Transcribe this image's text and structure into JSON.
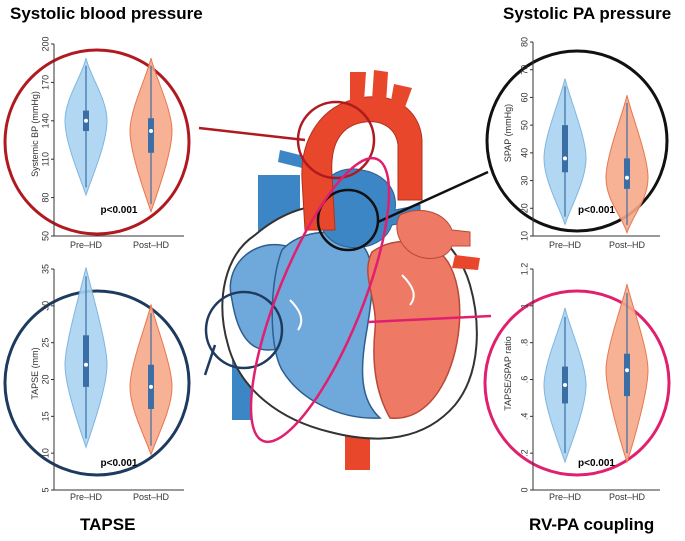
{
  "titles": {
    "top_left": "Systolic blood pressure",
    "top_right": "Systolic PA pressure",
    "bottom_left": "TAPSE",
    "bottom_right": "RV-PA coupling"
  },
  "colors": {
    "pre": "#a9d3f2",
    "pre_edge": "#7fb6e0",
    "post": "#f6a98a",
    "post_edge": "#e8774f",
    "box": "#3b6ea5",
    "heart_red": "#e8472b",
    "heart_blue": "#3d86c6",
    "heart_light_blue": "#6fa9dc",
    "heart_pink": "#ee7a66",
    "ring_sbp": "#b0191f",
    "ring_spap": "#111111",
    "ring_tapse": "#1f3a5f",
    "ring_ratio": "#e0206e"
  },
  "chart_data": [
    {
      "type": "violin",
      "title": "Systolic blood pressure",
      "ylabel": "Systemic BP (mmHg)",
      "ylim": [
        50,
        200
      ],
      "yticks": [
        "50",
        "80",
        "110",
        "140",
        "170",
        "200"
      ],
      "categories": [
        "Pre–HD",
        "Post–HD"
      ],
      "annotation": "p<0.001",
      "series": [
        {
          "name": "Pre–HD",
          "min": 88,
          "q1": 132,
          "median": 140,
          "q3": 148,
          "max": 183
        },
        {
          "name": "Post–HD",
          "min": 75,
          "q1": 115,
          "median": 132,
          "q3": 142,
          "max": 183
        }
      ]
    },
    {
      "type": "violin",
      "title": "Systolic PA pressure",
      "ylabel": "SPAP (mmHg)",
      "ylim": [
        10,
        80
      ],
      "yticks": [
        "10",
        "20",
        "30",
        "40",
        "50",
        "60",
        "70",
        "80"
      ],
      "categories": [
        "Pre–HD",
        "Post–HD"
      ],
      "annotation": "p<0.001",
      "series": [
        {
          "name": "Pre–HD",
          "min": 17,
          "q1": 33,
          "median": 38,
          "q3": 50,
          "max": 64
        },
        {
          "name": "Post–HD",
          "min": 14,
          "q1": 27,
          "median": 31,
          "q3": 38,
          "max": 58
        }
      ]
    },
    {
      "type": "violin",
      "title": "TAPSE",
      "ylabel": "TAPSE (mm)",
      "ylim": [
        5,
        35
      ],
      "yticks": [
        "5",
        "10",
        "15",
        "20",
        "25",
        "30",
        "35"
      ],
      "categories": [
        "Pre–HD",
        "Post–HD"
      ],
      "annotation": "p<0.001",
      "series": [
        {
          "name": "Pre–HD",
          "min": 12,
          "q1": 19,
          "median": 22,
          "q3": 26,
          "max": 34
        },
        {
          "name": "Post–HD",
          "min": 11,
          "q1": 16,
          "median": 19,
          "q3": 22,
          "max": 29
        }
      ]
    },
    {
      "type": "violin",
      "title": "RV-PA coupling",
      "ylabel": "TAPSE/SPAP ratio",
      "ylim": [
        0,
        1.2
      ],
      "yticks": [
        "0",
        ".2",
        ".4",
        ".6",
        ".8",
        "1",
        "1.2"
      ],
      "categories": [
        "Pre–HD",
        "Post–HD"
      ],
      "annotation": "p<0.001",
      "series": [
        {
          "name": "Pre–HD",
          "min": 0.2,
          "q1": 0.47,
          "median": 0.57,
          "q3": 0.67,
          "max": 0.94
        },
        {
          "name": "Post–HD",
          "min": 0.2,
          "q1": 0.51,
          "median": 0.65,
          "q3": 0.74,
          "max": 1.07
        }
      ]
    }
  ]
}
